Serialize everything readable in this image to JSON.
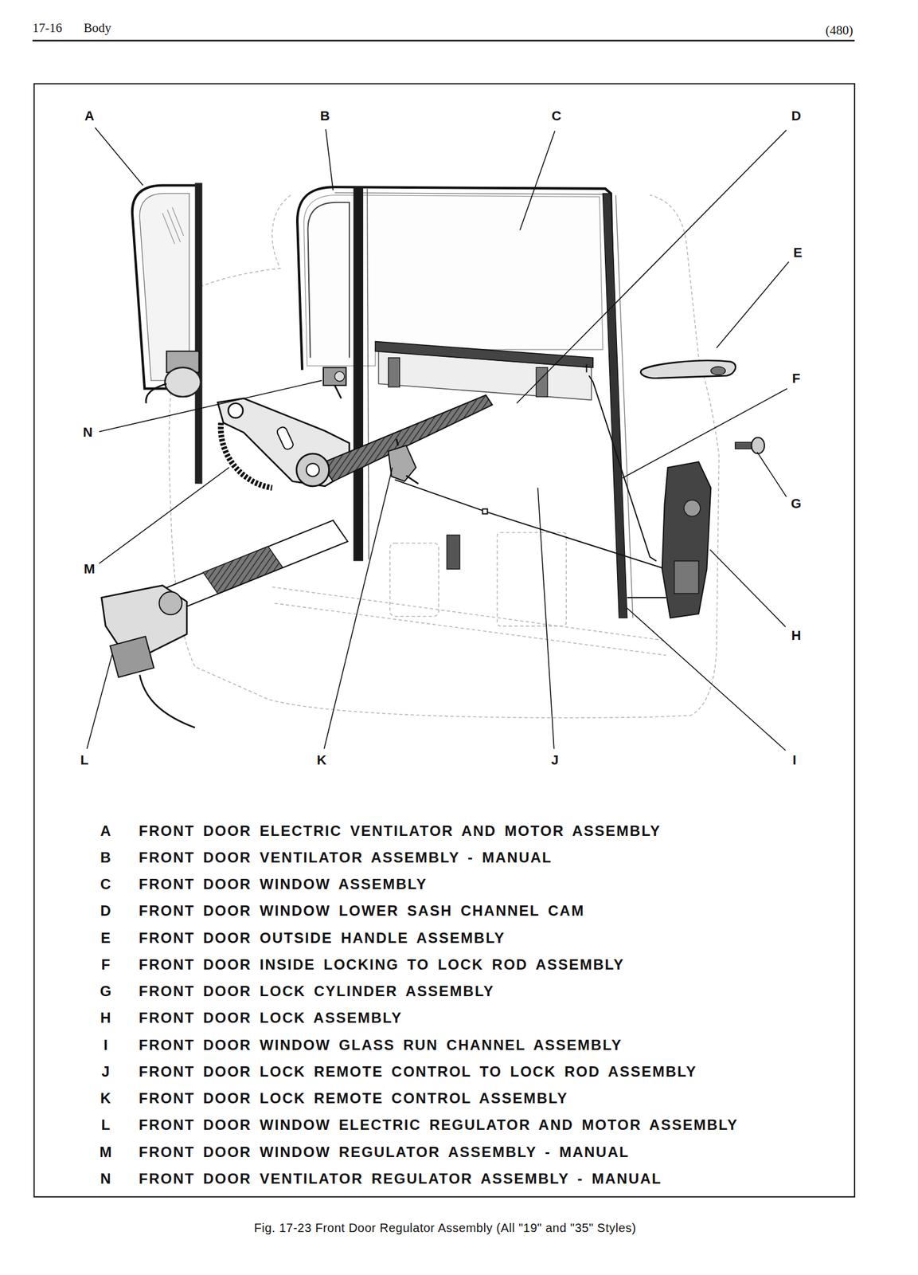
{
  "diagram": {
    "caption": "Fig. 17-23 Front Door Regulator Assembly (All \"19\" and \"35\" Styles)",
    "labels": [
      "17-16",
      "Body",
      "(480)",
      "A",
      "B",
      "C",
      "D",
      "E",
      "F",
      "G",
      "H",
      "I",
      "J",
      "K",
      "L",
      "M",
      "N",
      "A",
      "FRONT DOOR ELECTRIC VENTILATOR AND MOTOR ASSEMBLY",
      "B",
      "FRONT DOOR VENTILATOR ASSEMBLY - MANUAL",
      "C",
      "FRONT DOOR WINDOW ASSEMBLY",
      "D",
      "FRONT DOOR WINDOW LOWER SASH CHANNEL CAM",
      "E",
      "FRONT DOOR OUTSIDE HANDLE ASSEMBLY",
      "F",
      "FRONT DOOR INSIDE LOCKING TO LOCK ROD ASSEMBLY",
      "G",
      "FRONT DOOR LOCK CYLINDER ASSEMBLY",
      "H",
      "FRONT DOOR LOCK ASSEMBLY",
      "I",
      "FRONT DOOR WINDOW GLASS RUN CHANNEL ASSEMBLY",
      "J",
      "FRONT DOOR LOCK REMOTE CONTROL TO LOCK ROD ASSEMBLY",
      "K",
      "FRONT DOOR LOCK REMOTE CONTROL ASSEMBLY",
      "L",
      "FRONT DOOR WINDOW ELECTRIC REGULATOR AND MOTOR ASSEMBLY",
      "M",
      "FRONT DOOR WINDOW REGULATOR ASSEMBLY - MANUAL",
      "N",
      "FRONT DOOR VENTILATOR REGULATOR ASSEMBLY - MANUAL"
    ]
  }
}
